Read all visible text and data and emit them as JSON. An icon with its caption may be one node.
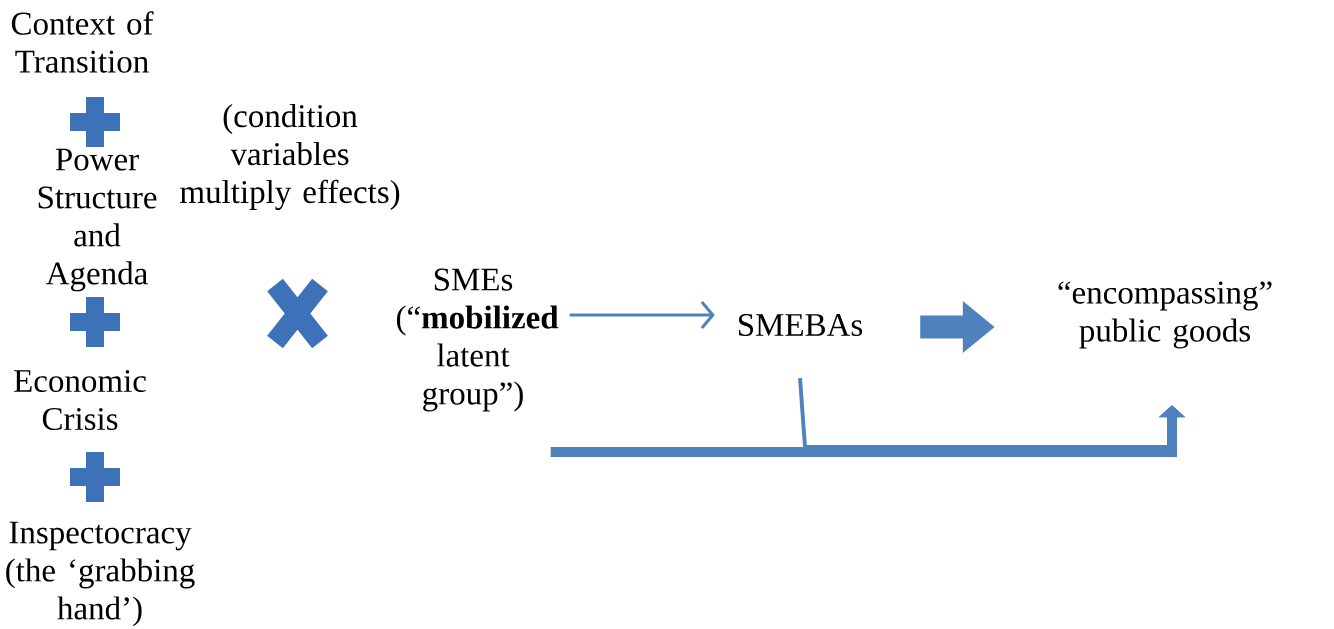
{
  "diagram": {
    "nodes": [
      {
        "text": [
          "Context of Transition"
        ]
      },
      {
        "text": [
          "Power Structure and Agenda"
        ]
      },
      {
        "text": [
          "Economic Crisis"
        ]
      },
      {
        "text": [
          "Inspectocracy (the ‘grabbing hand’)"
        ]
      },
      {
        "text": [
          "(condition variables multiply effects)"
        ]
      },
      {
        "text": [
          "SMEs (“**mobilized** latent group”)"
        ]
      },
      {
        "text": [
          "SMEBAs"
        ]
      },
      {
        "text": [
          "“encompassing” public goods"
        ]
      }
    ],
    "edges": [
      {
        "from": 5,
        "to": 6,
        "arrow": "to"
      },
      {
        "from": 6,
        "to": 7,
        "arrow": "to",
        "style": "thick"
      },
      {
        "from": 5,
        "to": 7,
        "arrow": "to",
        "style": "thick"
      },
      {
        "from": 6,
        "to": 7,
        "arrow": "to"
      }
    ]
  }
}
